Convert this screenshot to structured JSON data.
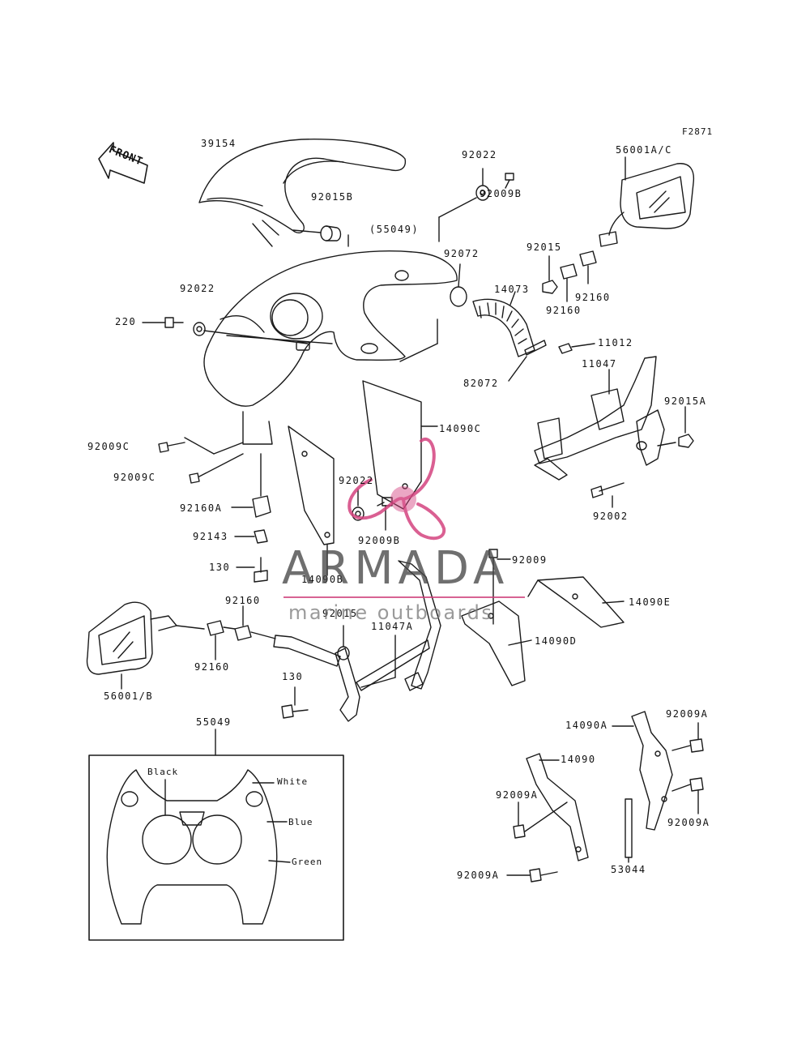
{
  "diagram": {
    "figure_code": "F2871",
    "front_arrow": "FRONT",
    "callouts": [
      "39154",
      "92015B",
      "92022",
      "92009B",
      "56001A/C",
      "(55049)",
      "92072",
      "92015",
      "92160",
      "14073",
      "92160",
      "11012",
      "82072",
      "11047",
      "92015A",
      "220",
      "92022",
      "92009C",
      "92009C",
      "14090C",
      "92022",
      "92160A",
      "92009B",
      "92002",
      "92143",
      "130",
      "14090B",
      "92009",
      "14090E",
      "92160",
      "92015",
      "11047A",
      "14090D",
      "56001/B",
      "92160",
      "130",
      "55049",
      "14090A",
      "92009A",
      "14090",
      "92009A",
      "92009A",
      "92009A",
      "53044"
    ],
    "inset": {
      "colors": [
        "Black",
        "White",
        "Blue",
        "Green"
      ]
    }
  },
  "watermark": {
    "title": "ARMADA",
    "subtitle": "marine outboards",
    "accent_color": "#d4447f"
  }
}
